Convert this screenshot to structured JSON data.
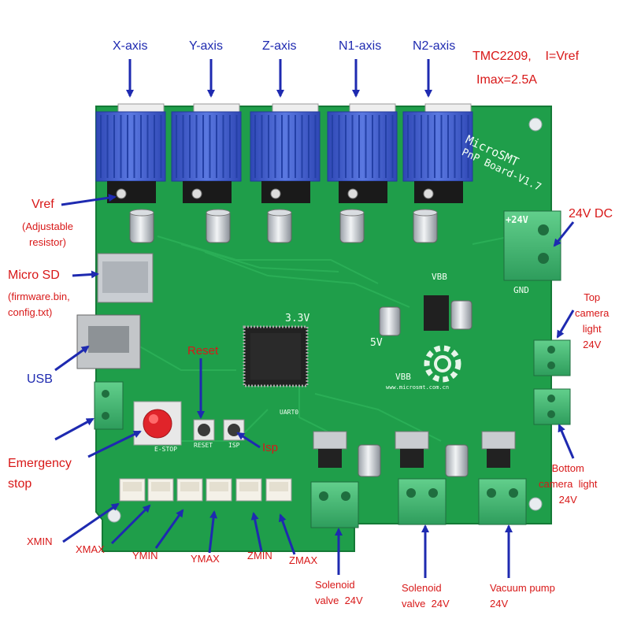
{
  "board": {
    "brand": "MicroSMT",
    "model": "PnP Board-V1.7",
    "pcb_labels": {
      "v24": "+24V",
      "gnd": "GND",
      "vbb1": "VBB",
      "vbb2": "VBB",
      "v33": "3.3V",
      "v5": "5V",
      "url": "www.microsmt.com.cn",
      "uart": "UART0",
      "reset": "RESET",
      "isp": "ISP",
      "estop": "E-STOP"
    }
  },
  "labels": {
    "x_axis": "X-axis",
    "y_axis": "Y-axis",
    "z_axis": "Z-axis",
    "n1_axis": "N1-axis",
    "n2_axis": "N2-axis",
    "driver_line1": "TMC2209,    I=Vref",
    "driver_line2": "Imax=2.5A",
    "vref": "Vref",
    "vref_note": "(Adjustable\nresistor)",
    "micro_sd": "Micro  SD",
    "micro_sd_note": "(firmware.bin,\nconfig.txt)",
    "usb": "USB",
    "reset": "Reset",
    "isp": "Isp",
    "emergency": "Emergency\nstop",
    "dc24": "24V DC",
    "top_camera": "Top\ncamera\nlight\n24V",
    "bottom_camera": "Bottom\ncamera  light\n24V",
    "xmin": "XMIN",
    "xmax": "XMAX",
    "ymin": "YMIN",
    "ymax": "YMAX",
    "zmin": "ZMIN",
    "zmax": "ZMAX",
    "solenoid1": "Solenoid\nvalve  24V",
    "solenoid2": "Solenoid\nvalve  24V",
    "vacuum": "Vacuum pump\n24V"
  },
  "colors": {
    "label_blue": "#1e2ab0",
    "label_red": "#d81818",
    "pcb_green": "#1f9e4a",
    "heatsink_blue": "#3a57c8",
    "terminal_green": "#4cbf78"
  }
}
